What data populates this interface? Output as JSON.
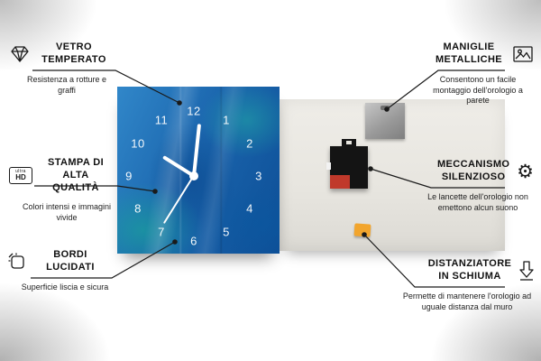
{
  "colors": {
    "clock_blue": "#1b66ae",
    "teal_accent": "#18af96",
    "foam_orange": "#f2a52d",
    "mechanism_red": "#c0392b",
    "line_color": "#1a1a1a"
  },
  "clock": {
    "numbers": [
      "1",
      "2",
      "3",
      "4",
      "5",
      "6",
      "7",
      "8",
      "9",
      "10",
      "11",
      "12"
    ]
  },
  "badges": {
    "ultra": "ultra",
    "hd": "HD"
  },
  "callouts": {
    "vetro": {
      "title": "VETRO TEMPERATO",
      "subtitle": "Resistenza a rotture e graffi"
    },
    "stampa": {
      "title": "STAMPA DI ALTA QUALITÀ",
      "subtitle": "Colori intensi e immagini vivide"
    },
    "bordi": {
      "title": "BORDI LUCIDATI",
      "subtitle": "Superficie liscia e sicura"
    },
    "maniglie": {
      "title": "MANIGLIE METALLICHE",
      "subtitle": "Consentono un facile montaggio dell'orologio a parete"
    },
    "meccanismo": {
      "title": "MECCANISMO SILENZIOSO",
      "subtitle": "Le lancette dell'orologio non emettono alcun suono"
    },
    "distanziatore": {
      "title": "DISTANZIATORE IN SCHIUMA",
      "subtitle": "Permette di mantenere l'orologio ad uguale distanza dal muro"
    }
  }
}
